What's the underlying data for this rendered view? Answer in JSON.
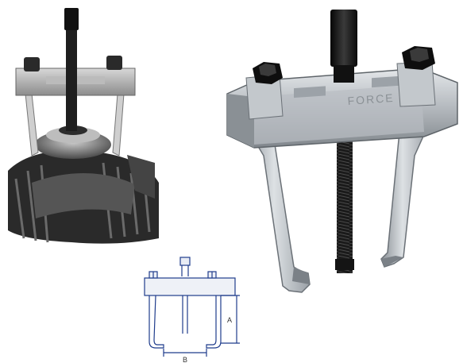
{
  "tool_brand_engraving": "FORCE",
  "diagram": {
    "dimension_a_label": "A",
    "dimension_b_label": "B"
  },
  "colors": {
    "steel_light": "#d4d8dc",
    "steel_mid": "#a8adb3",
    "steel_dark": "#6d7278",
    "spindle_black": "#1c1c1c",
    "diagram_line": "#1f3c8c"
  }
}
